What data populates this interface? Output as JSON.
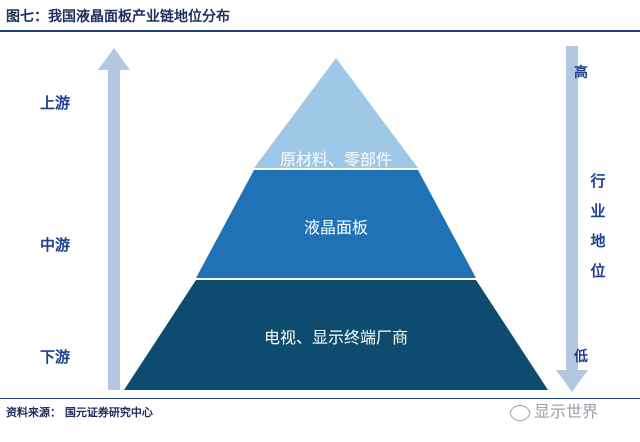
{
  "title": "图七：我国液晶面板产业链地位分布",
  "streams": {
    "upstream": "上游",
    "midstream": "中游",
    "downstream": "下游"
  },
  "tiers": {
    "top": "原材料、零部件",
    "middle": "液晶面板",
    "bottom": "电视、显示终端厂商"
  },
  "status": {
    "label": "行业地位",
    "high": "高",
    "low": "低"
  },
  "source": "资料来源：   国元证券研究中心",
  "watermark": "显示世界",
  "colors": {
    "top": "#9ec8e6",
    "middle": "#1f72b6",
    "bottom": "#0d4c6e",
    "arrow": "#b3c7e3"
  }
}
